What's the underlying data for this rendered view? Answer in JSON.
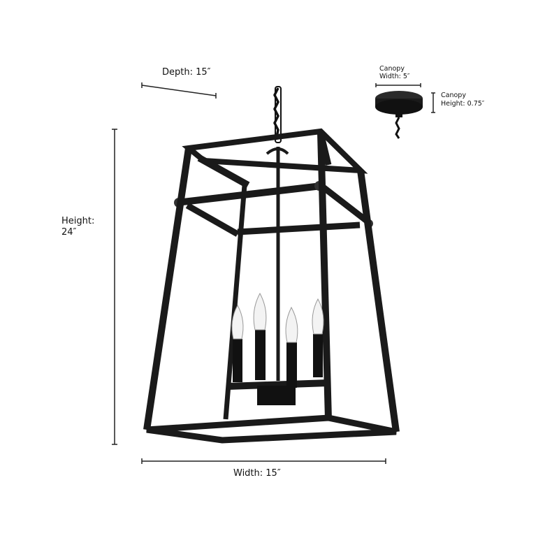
{
  "dimensions": {
    "depth": "Depth: 15″",
    "height_line1": "Height:",
    "height_line2": "24″",
    "width": "Width: 15″",
    "canopy_width_line1": "Canopy",
    "canopy_width_line2": "Width: 5″",
    "canopy_height_line1": "Canopy",
    "canopy_height_line2": "Height: 0.75″"
  },
  "colors": {
    "fixture": "#1a1a1a",
    "line": "#222222"
  }
}
